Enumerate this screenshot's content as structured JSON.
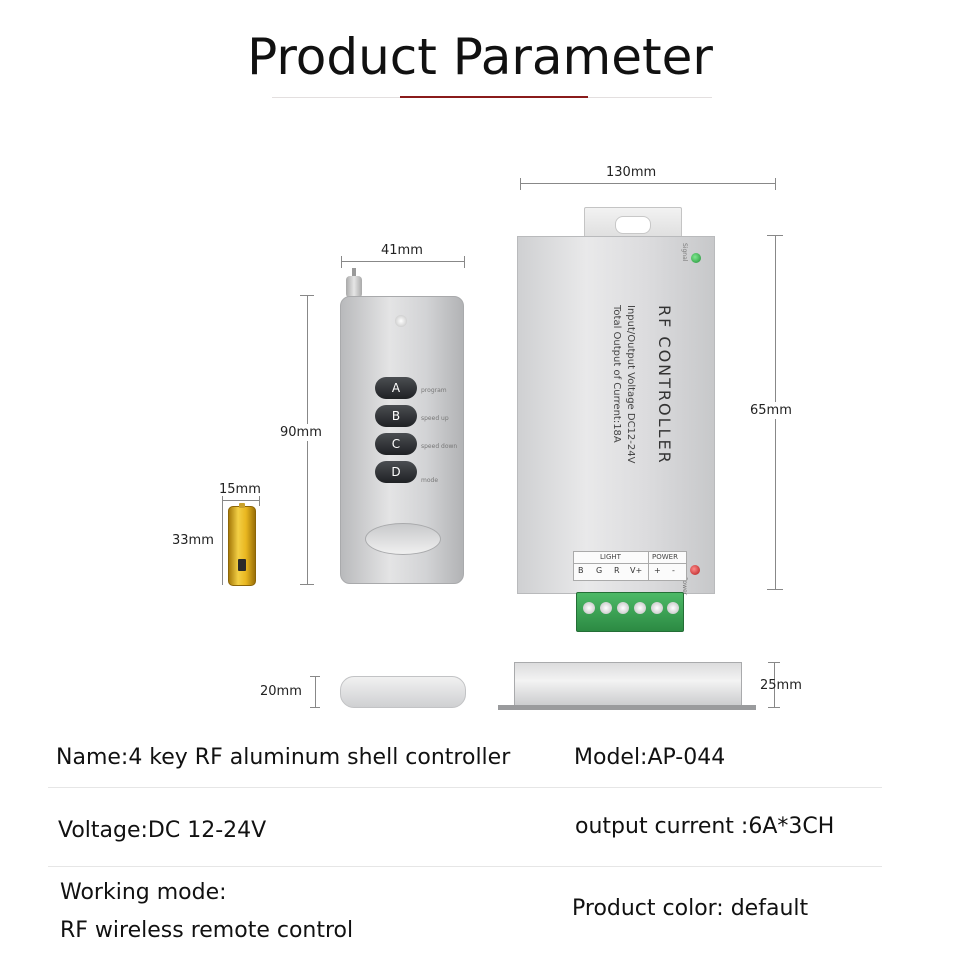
{
  "header": {
    "title": "Product Parameter"
  },
  "dimensions": {
    "controller_width": "130mm",
    "controller_height": "65mm",
    "controller_depth": "25mm",
    "remote_width": "41mm",
    "remote_height": "90mm",
    "remote_depth": "20mm",
    "battery_width": "15mm",
    "battery_height": "33mm"
  },
  "controller": {
    "label_rf": "RF CONTROLLER",
    "label_spec1": "Input/Output Voltage  DC12-24V",
    "label_spec2": "Total Output of Current:18A",
    "signal": "Signal",
    "power": "Power",
    "terminal_light": "LIGHT",
    "terminal_power": "POWER",
    "terminals": [
      "B",
      "G",
      "R",
      "V+",
      "+",
      "-"
    ]
  },
  "remote": {
    "buttons": [
      "A",
      "B",
      "C",
      "D"
    ],
    "button_labels": [
      "program",
      "speed up",
      "speed down",
      "mode"
    ]
  },
  "params": {
    "name": "Name:4 key RF aluminum shell controller",
    "model": "Model:AP-044",
    "voltage": "Voltage:DC 12-24V",
    "output_current": "output current :6A*3CH",
    "working_mode_line1": "Working mode:",
    "working_mode_line2": "RF wireless remote control",
    "product_color": "Product color: default"
  },
  "colors": {
    "accent": "#8a1b1b",
    "terminal_green": "#2f9a4a"
  }
}
